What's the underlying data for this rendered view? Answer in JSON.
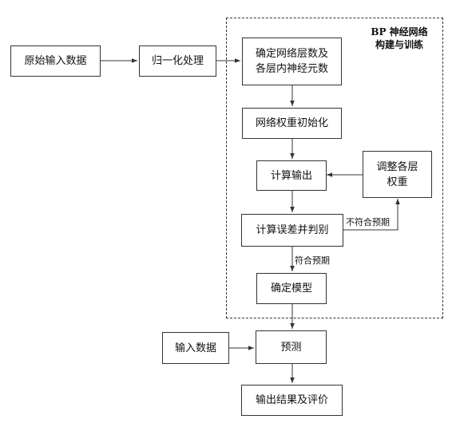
{
  "group": {
    "title_line1": "BP 神经网络",
    "title_line2": "构建与训练"
  },
  "nodes": {
    "raw_input": "原始输入数据",
    "normalize": "归一化处理",
    "layers_line1": "确定网络层数及",
    "layers_line2": "各层内神经元数",
    "init": "网络权重初始化",
    "compute_output": "计算输出",
    "adjust_line1": "调整各层",
    "adjust_line2": "权重",
    "compute_error": "计算误差并判别",
    "model": "确定模型",
    "input_data": "输入数据",
    "predict": "预测",
    "result": "输出结果及评价"
  },
  "edge_labels": {
    "not_meet": "不符合预期",
    "meet": "符合预期"
  }
}
